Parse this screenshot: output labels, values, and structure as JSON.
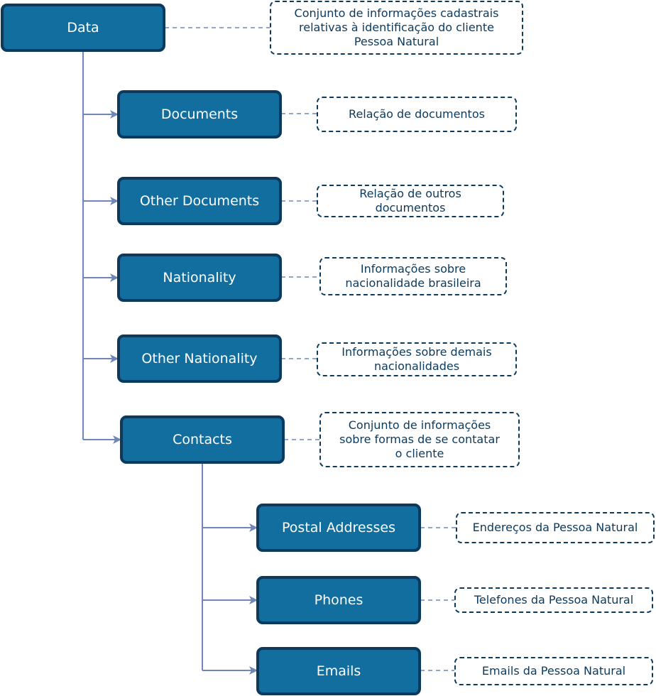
{
  "diagram": {
    "nodes": {
      "data": "Data",
      "documents": "Documents",
      "other_documents": "Other Documents",
      "nationality": "Nationality",
      "other_nationality": "Other Nationality",
      "contacts": "Contacts",
      "postal_addresses": "Postal Addresses",
      "phones": "Phones",
      "emails": "Emails"
    },
    "notes": {
      "data": "Conjunto de informações cadastrais\nrelativas à identificação do cliente\nPessoa Natural",
      "documents": "Relação de documentos",
      "other_documents": "Relação de outros\ndocumentos",
      "nationality": "Informações sobre\nnacionalidade brasileira",
      "other_nationality": "Informações sobre demais\nnacionalidades",
      "contacts": "Conjunto de informações\nsobre formas de se contatar\no cliente",
      "postal_addresses": "Endereços da Pessoa Natural",
      "phones": "Telefones da Pessoa Natural",
      "emails": "Emails da Pessoa Natural"
    },
    "colors": {
      "node_fill": "#126e9e",
      "node_border": "#0b3a5d",
      "connector": "#6f86b8",
      "note_border": "#0b3a5d"
    }
  }
}
